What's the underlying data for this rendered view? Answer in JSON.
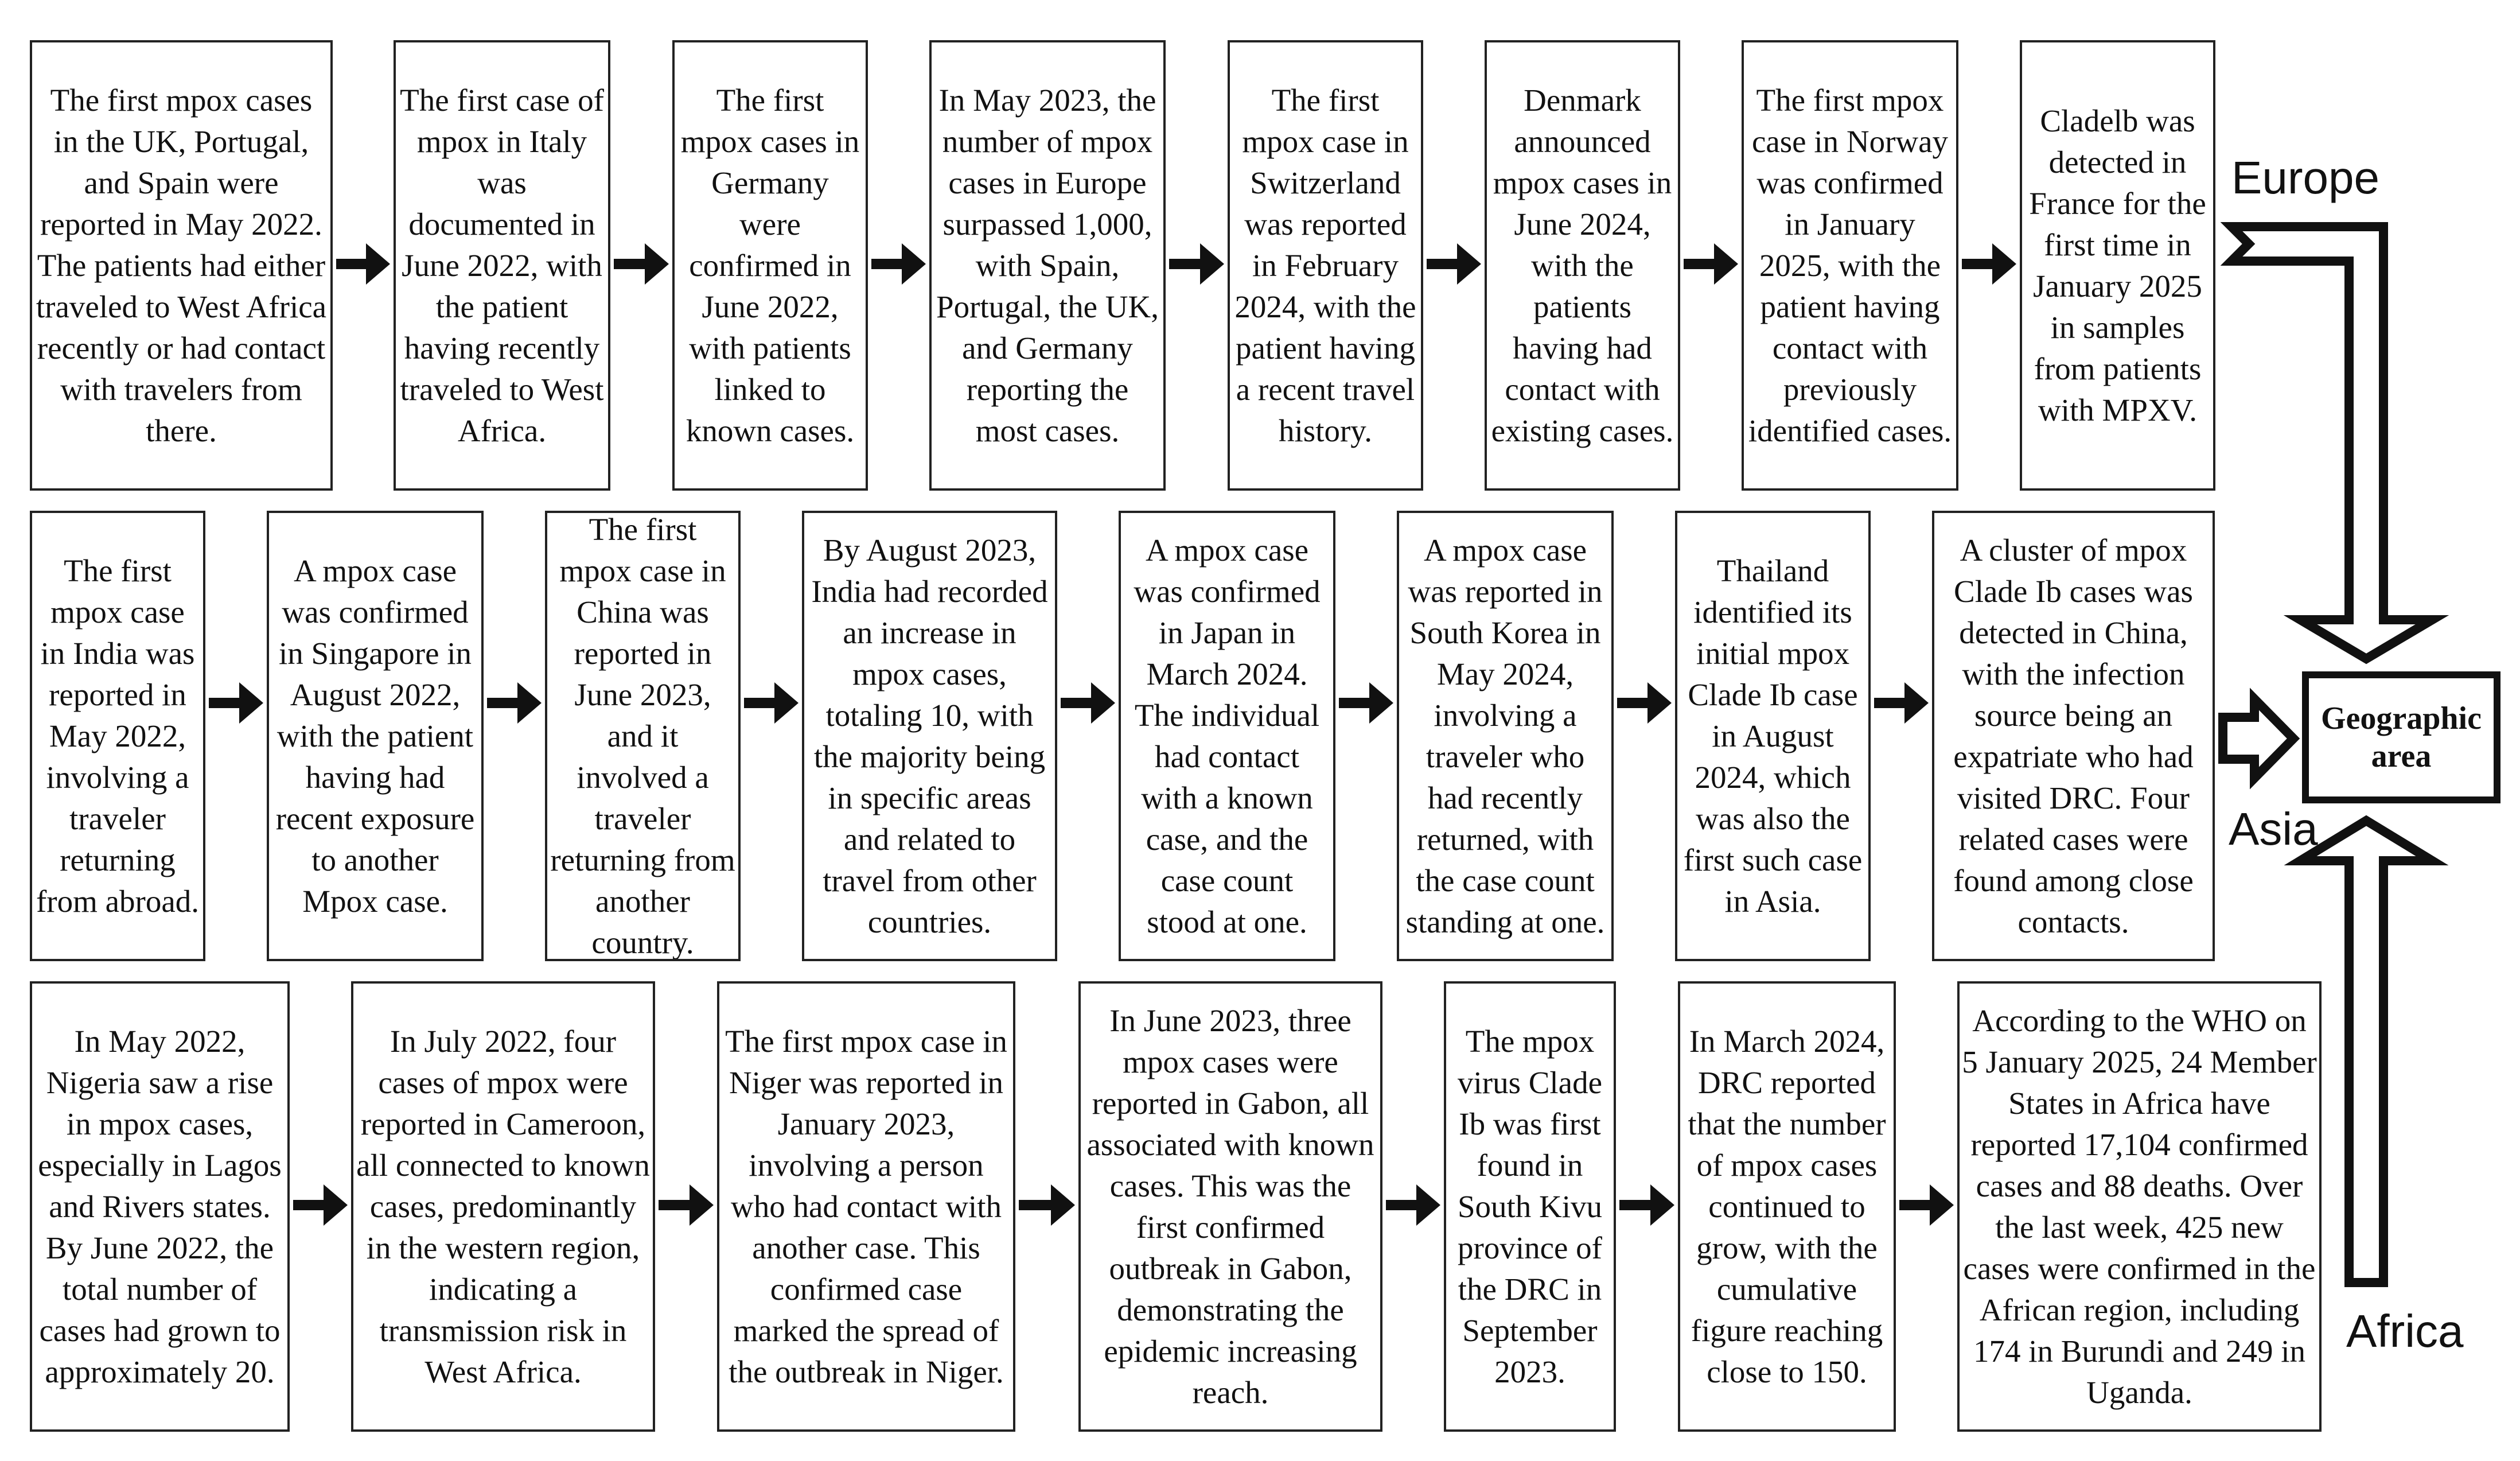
{
  "rows": [
    {
      "region": "Europe",
      "boxes": [
        "The first mpox cases in the UK, Portugal, and Spain were reported in May 2022. The patients had either traveled to West Africa recently or had contact with travelers from there.",
        "The first case of mpox in Italy was documented in June 2022, with the patient having recently traveled to West Africa.",
        "The first mpox cases in Germany were confirmed in June 2022, with patients linked to known cases.",
        "In May 2023, the number of mpox cases in Europe surpassed 1,000, with Spain, Portugal, the UK, and Germany reporting the most cases.",
        "The first mpox case in Switzerland was reported in February 2024, with the patient having a recent travel history.",
        "Denmark announced mpox cases in June 2024, with the patients having had contact with existing cases.",
        "The first mpox case in Norway was confirmed in January 2025, with the patient having contact with previously identified cases.",
        "Cladelb was detected in France for the first time in January 2025 in samples from patients with MPXV."
      ]
    },
    {
      "region": "Asia",
      "boxes": [
        "The first mpox case in India was reported in May 2022, involving a traveler returning from abroad.",
        "A mpox case was confirmed in Singapore in August 2022, with the patient having had recent exposure to another Mpox case.",
        "The first mpox case in China was reported in June 2023, and it involved a traveler returning from another country.",
        "By August 2023, India had recorded an increase in mpox cases, totaling 10, with the majority being in specific areas and related to travel from other countries.",
        "A mpox case was confirmed in Japan in March 2024. The individual had contact with a known case, and the case count stood at one.",
        "A mpox case was reported in South Korea in May 2024, involving a traveler who had recently returned, with the case count standing at one.",
        "Thailand identified its initial mpox Clade Ib case in August 2024, which was also the first such case in Asia.",
        "A cluster of mpox Clade Ib cases was detected in China, with the infection source being an expatriate who had visited DRC. Four related cases were found among close contacts."
      ]
    },
    {
      "region": "Africa",
      "boxes": [
        "In May 2022, Nigeria saw a rise in mpox cases, especially in Lagos and Rivers states. By June 2022, the total number of cases had grown to approximately 20.",
        "In July 2022, four cases of mpox were reported in Cameroon, all connected to known cases, predominantly in the western region, indicating a transmission risk in West Africa.",
        "The first mpox case in Niger was reported in January 2023, involving a person who had contact with another case. This confirmed case marked the spread of the outbreak in Niger.",
        "In June 2023, three mpox cases were reported in Gabon, all associated with known cases. This was the first confirmed outbreak in Gabon, demonstrating the epidemic increasing reach.",
        "The mpox virus Clade Ib was first found in South Kivu province of the DRC in September 2023.",
        "In March 2024, DRC reported that the number of mpox cases continued to grow, with the cumulative figure reaching close to 150.",
        "According to the WHO on 5 January 2025, 24 Member States in Africa have reported 17,104 confirmed cases and 88 deaths. Over the last week, 425 new cases were confirmed in the African region, including 174 in Burundi and 249 in Uganda."
      ]
    }
  ],
  "geographic_area": "Geographic area"
}
